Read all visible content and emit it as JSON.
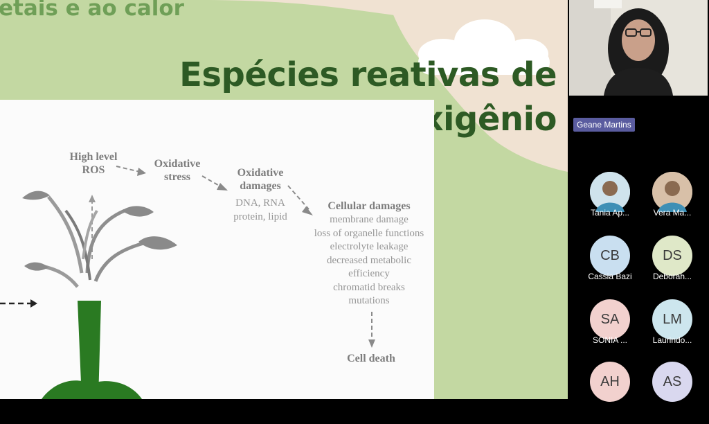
{
  "slide": {
    "header_fragment": "etais e ao calor",
    "title_line1": "Espécies reativas de",
    "title_line2": "oxigênio",
    "colors": {
      "background": "#c3d8a2",
      "beige": "#f0e2d2",
      "title": "#2d5a24",
      "header": "#6f9f57"
    }
  },
  "figure": {
    "ros": {
      "line1": "High level",
      "line2": "ROS"
    },
    "stress": {
      "line1": "Oxidative",
      "line2": "stress"
    },
    "damages": {
      "line1": "Oxidative",
      "line2": "damages",
      "items": [
        "DNA, RNA",
        "protein, lipid"
      ]
    },
    "cellular": {
      "title": "Cellular damages",
      "items": [
        "membrane damage",
        "loss of organelle functions",
        "electrolyte leakage",
        "decreased metabolic",
        "efficiency",
        "chromatid breaks",
        "mutations"
      ]
    },
    "cell_death": "Cell death"
  },
  "participants_panel": {
    "speaker_name": "Geane Martins",
    "participants": [
      {
        "name": "Tania Ap...",
        "initials": "",
        "photo": true,
        "color": "#cfe3ec"
      },
      {
        "name": "Vera Ma...",
        "initials": "",
        "photo": true,
        "color": "#d8c0a8"
      },
      {
        "name": "Cassia Bazi",
        "initials": "CB",
        "color": "#c9dff0"
      },
      {
        "name": "Deborah...",
        "initials": "DS",
        "color": "#dfe8c8"
      },
      {
        "name": "SONIA ...",
        "initials": "SA",
        "color": "#f2d1ce"
      },
      {
        "name": "Laurindo...",
        "initials": "LM",
        "color": "#cde6ee"
      },
      {
        "name": "",
        "initials": "AH",
        "color": "#f2d1ce"
      },
      {
        "name": "",
        "initials": "AS",
        "color": "#d9d8ef"
      }
    ]
  }
}
